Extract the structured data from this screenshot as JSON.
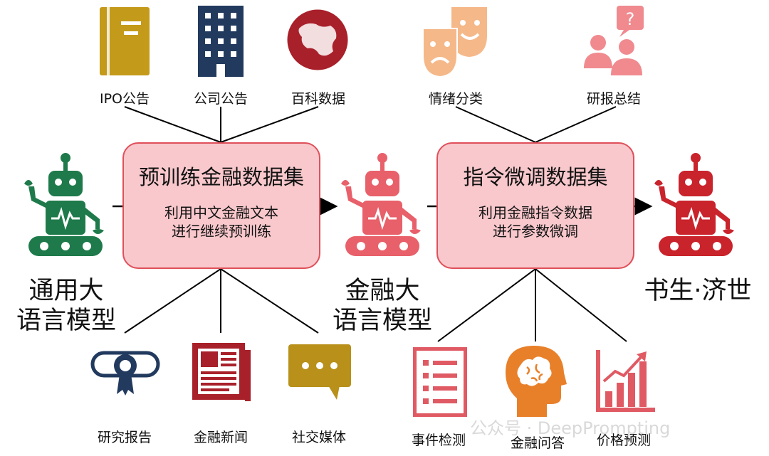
{
  "stages": {
    "general": {
      "line1": "通用大",
      "line2": "语言模型"
    },
    "finance": {
      "line1": "金融大",
      "line2": "语言模型"
    },
    "final": {
      "name": "书生·济世"
    }
  },
  "boxes": {
    "pretrain": {
      "title": "预训练金融数据集",
      "sub1": "利用中文金融文本",
      "sub2": "进行继续预训练"
    },
    "instruct": {
      "title": "指令微调数据集",
      "sub1": "利用金融指令数据",
      "sub2": "进行参数微调"
    }
  },
  "sources_top": [
    {
      "label": "IPO公告",
      "icon": "book-icon"
    },
    {
      "label": "公司公告",
      "icon": "building-icon"
    },
    {
      "label": "百科数据",
      "icon": "globe-icon"
    },
    {
      "label": "情绪分类",
      "icon": "drama-masks-icon"
    },
    {
      "label": "研报总结",
      "icon": "discussion-people-icon"
    }
  ],
  "sources_bottom": [
    {
      "label": "研究报告",
      "icon": "certificate-icon"
    },
    {
      "label": "金融新闻",
      "icon": "newspaper-icon"
    },
    {
      "label": "社交媒体",
      "icon": "chat-bubble-icon"
    },
    {
      "label": "事件检测",
      "icon": "checklist-icon"
    },
    {
      "label": "金融问答",
      "icon": "brain-head-icon"
    },
    {
      "label": "价格预测",
      "icon": "growth-chart-icon"
    }
  ],
  "colors": {
    "robot_green": "#1e7a4a",
    "robot_pink": "#e8606a",
    "robot_red": "#c9232c",
    "box_fill": "#f8c8cc",
    "box_border": "#e0505a",
    "book": "#c49a1a",
    "building": "#223a5e",
    "globe": "#a8202a",
    "masks": "#f5b889",
    "people": "#f08a8f",
    "certificate": "#223a5e",
    "newspaper": "#a8202a",
    "chat": "#b8901a",
    "checklist": "#e05a64",
    "brain": "#e8802a",
    "chart": "#e05a64"
  },
  "watermark": {
    "text": "公众号 · DeepPrompting"
  }
}
